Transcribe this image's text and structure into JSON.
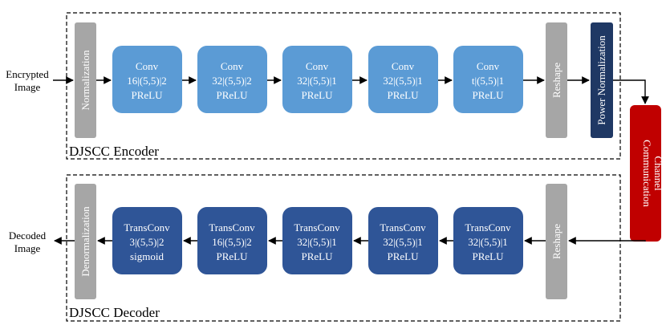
{
  "input_label": [
    "Encrypted",
    "Image"
  ],
  "output_label": [
    "Decoded",
    "Image"
  ],
  "encoder": {
    "title": "DJSCC Encoder",
    "normalization": "Normalization",
    "reshape": "Reshape",
    "power_normalization": "Power Normalization",
    "blocks": [
      {
        "line1": "Conv",
        "line2": "16|(5,5)|2",
        "line3": "PReLU"
      },
      {
        "line1": "Conv",
        "line2": "32|(5,5)|2",
        "line3": "PReLU"
      },
      {
        "line1": "Conv",
        "line2": "32|(5,5)|1",
        "line3": "PReLU"
      },
      {
        "line1": "Conv",
        "line2": "32|(5,5)|1",
        "line3": "PReLU"
      },
      {
        "line1": "Conv",
        "line2": "t|(5,5)|1",
        "line3": "PReLU"
      }
    ]
  },
  "channel": {
    "line1": "Communication",
    "line2": "Channel"
  },
  "decoder": {
    "title": "DJSCC Decoder",
    "denormalization": "Denormalization",
    "reshape": "Reshape",
    "blocks": [
      {
        "line1": "TransConv",
        "line2": "3|(5,5)|2",
        "line3": "sigmoid"
      },
      {
        "line1": "TransConv",
        "line2": "16|(5,5)|2",
        "line3": "PReLU"
      },
      {
        "line1": "TransConv",
        "line2": "32|(5,5)|1",
        "line3": "PReLU"
      },
      {
        "line1": "TransConv",
        "line2": "32|(5,5)|1",
        "line3": "PReLU"
      },
      {
        "line1": "TransConv",
        "line2": "32|(5,5)|1",
        "line3": "PReLU"
      }
    ]
  },
  "colors": {
    "encoder_block": "#5b9bd5",
    "decoder_block": "#2f5597",
    "gray_block": "#a6a6a6",
    "power_norm": "#1f3864",
    "channel": "#c00000",
    "text_light": "#ffffff",
    "text_dark": "#000000"
  }
}
